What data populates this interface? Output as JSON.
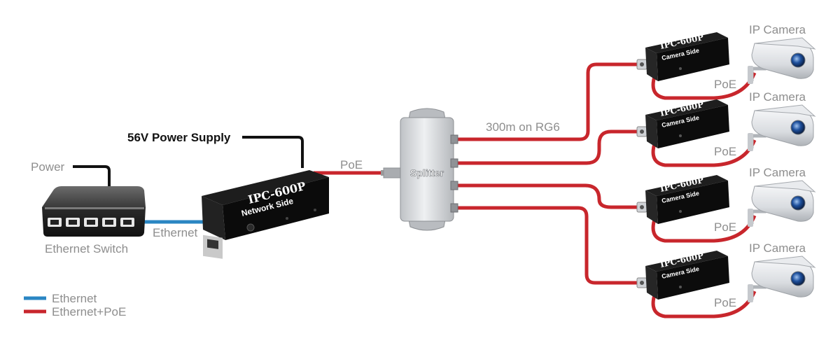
{
  "labels": {
    "power": "Power",
    "ethernet_switch": "Ethernet Switch",
    "ethernet_link": "Ethernet",
    "power_supply": "56V Power Supply",
    "poe_trunk": "PoE",
    "cable_spec": "300m on RG6",
    "splitter": "Splitter"
  },
  "network_device": {
    "model": "IPC-600P",
    "side": "Network Side"
  },
  "cameras": [
    {
      "camera_label": "IP Camera",
      "model": "IPC-600P",
      "side": "Camera Side",
      "link": "PoE"
    },
    {
      "camera_label": "IP Camera",
      "model": "IPC-600P",
      "side": "Camera Side",
      "link": "PoE"
    },
    {
      "camera_label": "IP Camera",
      "model": "IPC-600P",
      "side": "Camera Side",
      "link": "PoE"
    },
    {
      "camera_label": "IP Camera",
      "model": "IPC-600P",
      "side": "Camera Side",
      "link": "PoE"
    }
  ],
  "legend": [
    {
      "label": "Ethernet",
      "color": "#2a86c3"
    },
    {
      "label": "Ethernet+PoE",
      "color": "#c8262c"
    }
  ],
  "colors": {
    "ethernet": "#2a86c3",
    "poe": "#c8262c",
    "power_cable": "#111111",
    "label_gray": "#8e8e8e"
  }
}
